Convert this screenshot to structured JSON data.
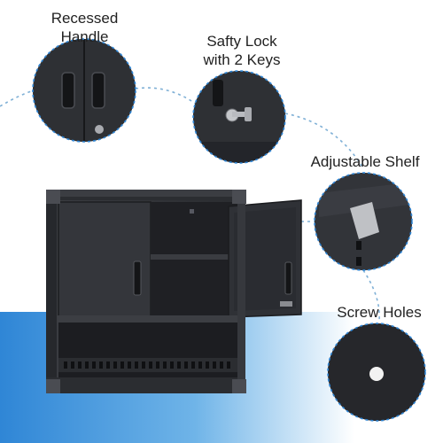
{
  "callouts": {
    "recessed_handle": {
      "line1": "Recessed",
      "line2": "Handle",
      "icon": "recessed-handle"
    },
    "safety_lock": {
      "line1": "Safty Lock",
      "line2": "with 2 Keys",
      "icon": "lock-key"
    },
    "adjustable_shelf": {
      "line1": "Adjustable Shelf",
      "icon": "shelf-clip"
    },
    "screw_holes": {
      "line1": "Screw Holes",
      "icon": "screw-hole"
    }
  },
  "colors": {
    "cabinet": "#2f3136",
    "cabinet_dark": "#1c1d20",
    "accent_blue": "#2f86d6",
    "dashed_line": "#7fb0d6",
    "text": "#222222"
  }
}
